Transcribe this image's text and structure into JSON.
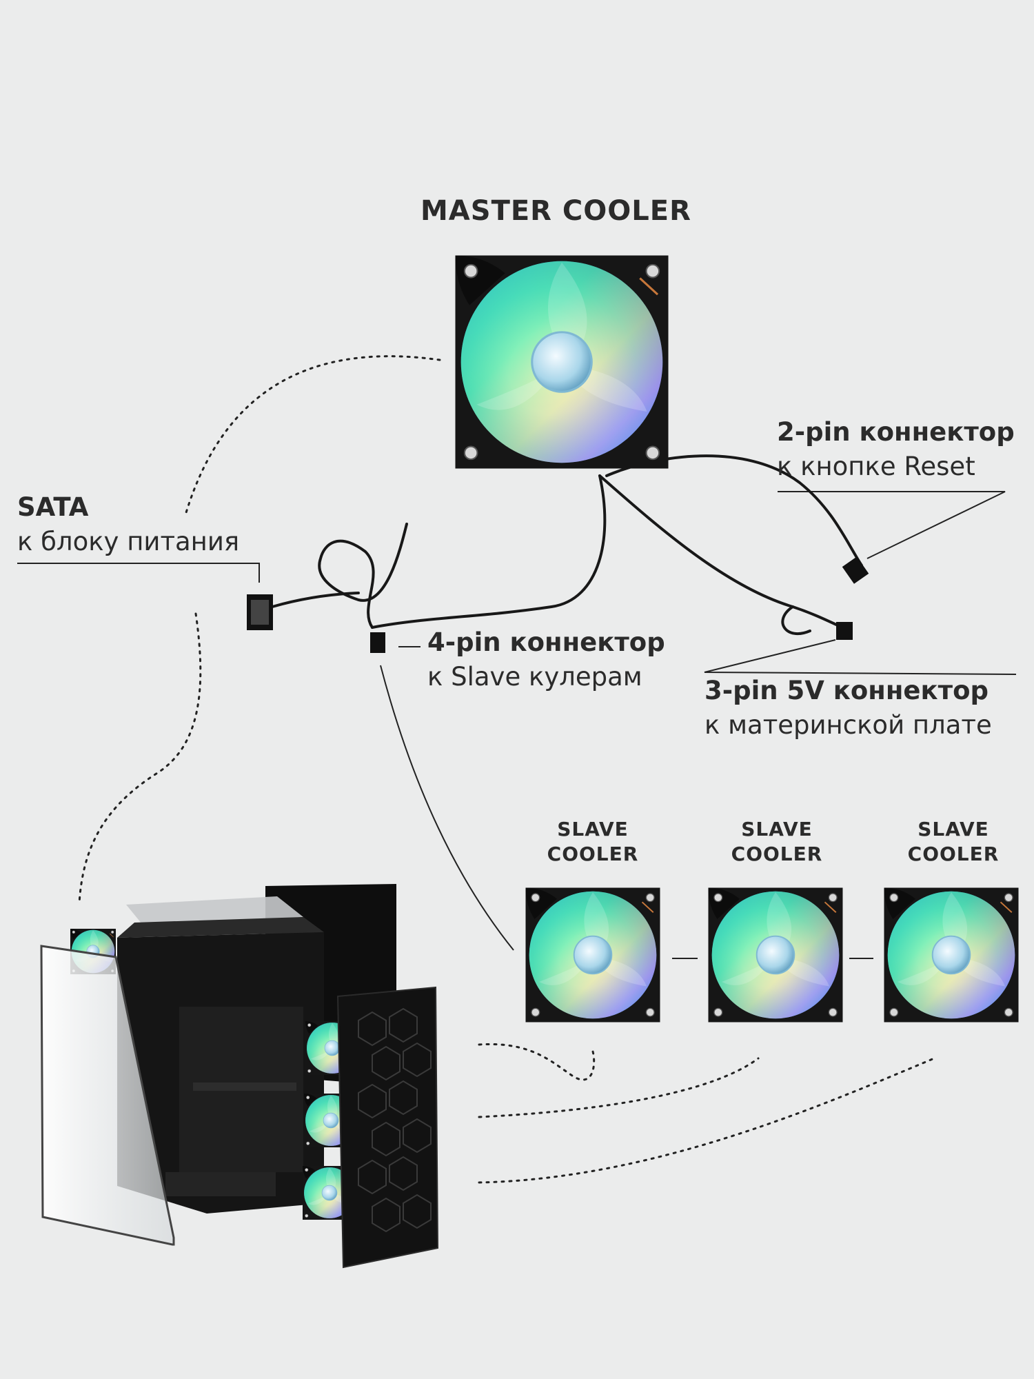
{
  "master": {
    "title": "MASTER COOLER"
  },
  "connectors": {
    "reset": {
      "title": "2-pin коннектор",
      "sub": "к кнопке Reset"
    },
    "sata": {
      "title": "SATA",
      "sub": "к блоку питания"
    },
    "slave4pin": {
      "title": "4-pin коннектор",
      "sub": "к Slave кулерам"
    },
    "mb3pin": {
      "title": "3-pin 5V коннектор",
      "sub": "к материнской плате"
    }
  },
  "slaves": [
    {
      "line1": "SLAVE",
      "line2": "COOLER"
    },
    {
      "line1": "SLAVE",
      "line2": "COOLER"
    },
    {
      "line1": "SLAVE",
      "line2": "COOLER"
    }
  ]
}
